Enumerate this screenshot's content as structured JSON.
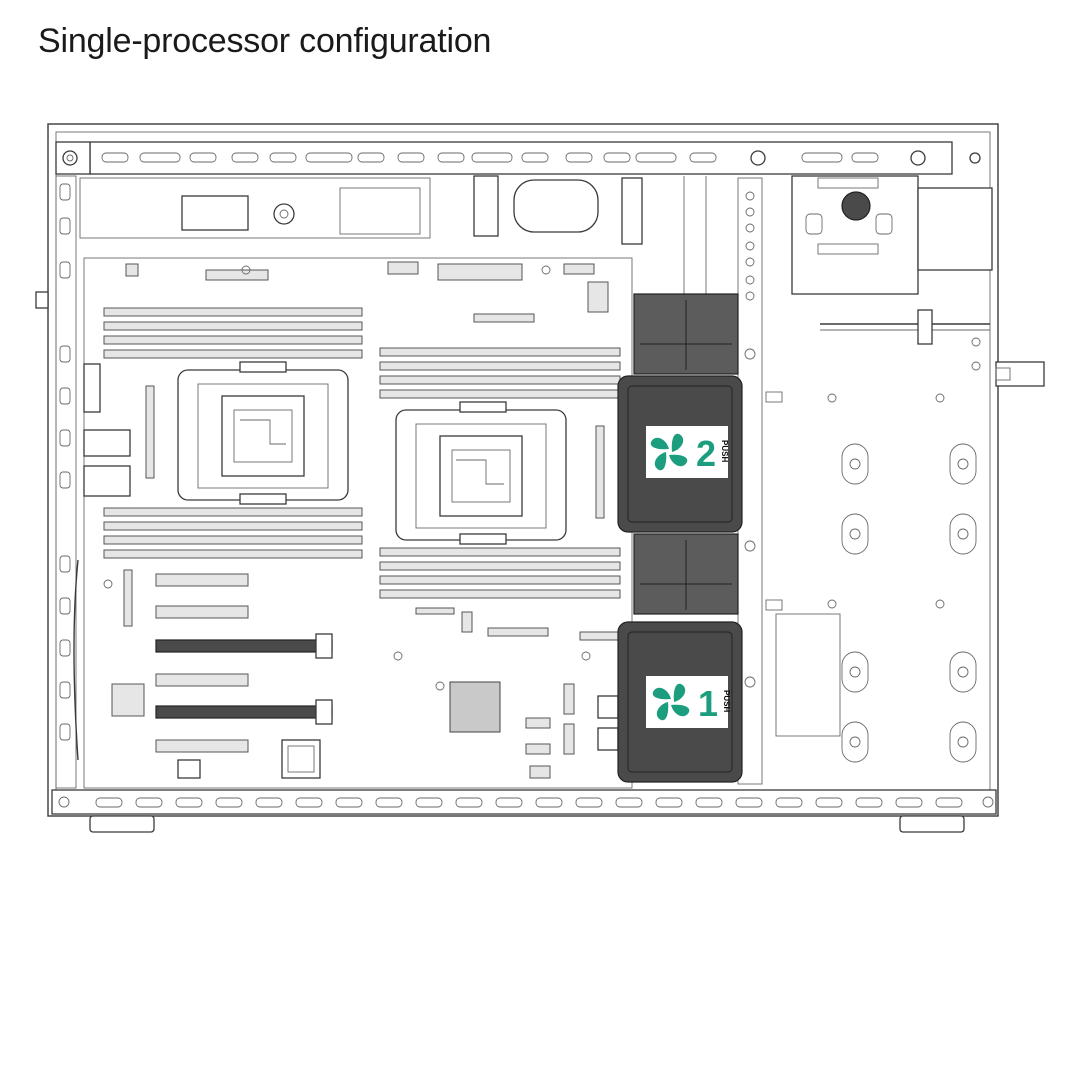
{
  "title": "Single-processor configuration",
  "colors": {
    "fan_accent": "#1c9e7e",
    "fan_housing": "#4a4a4a",
    "line": "#3a3a3a"
  },
  "fans": [
    {
      "number": "2",
      "push_label": "PUSH",
      "icon": "fan-icon"
    },
    {
      "number": "1",
      "push_label": "PUSH",
      "icon": "fan-icon"
    }
  ]
}
